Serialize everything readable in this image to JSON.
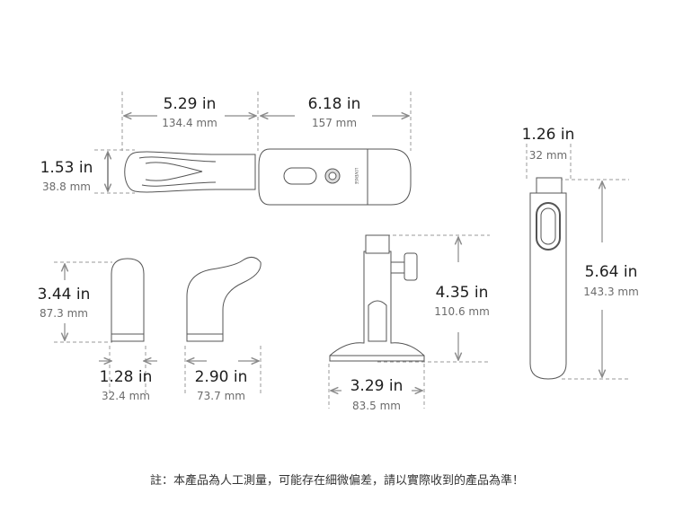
{
  "dimensions": {
    "shaft_length": {
      "in": "5.29 in",
      "mm": "134.4 mm"
    },
    "body_length": {
      "in": "6.18 in",
      "mm": "157 mm"
    },
    "shaft_diameter": {
      "in": "1.53 in",
      "mm": "38.8 mm"
    },
    "cap_height": {
      "in": "3.44 in",
      "mm": "87.3 mm"
    },
    "cap_width": {
      "in": "1.28 in",
      "mm": "32.4 mm"
    },
    "curved_cap_width": {
      "in": "2.90 in",
      "mm": "73.7 mm"
    },
    "stand_height": {
      "in": "4.35 in",
      "mm": "110.6 mm"
    },
    "stand_base_width": {
      "in": "3.29 in",
      "mm": "83.5 mm"
    },
    "handle_width": {
      "in": "1.26 in",
      "mm": "32 mm"
    },
    "handle_height": {
      "in": "5.64 in",
      "mm": "143.3 mm"
    }
  },
  "brand_logo": "LOVENSE",
  "footer_note": "註：本產品為人工測量，可能存在細微偏差，請以實際收到的產品為準！",
  "colors": {
    "line": "#555555",
    "guide": "#8a8a8a",
    "text": "#1e1e1e",
    "subtext": "#6b6b6b"
  }
}
